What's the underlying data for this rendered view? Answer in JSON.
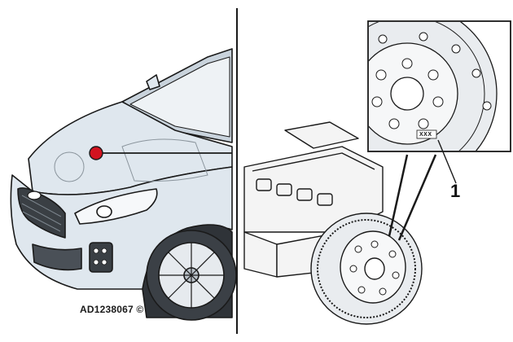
{
  "figure": {
    "reference_code": "AD1238067 ©",
    "callout_number": "1",
    "stamp_text": "XXX"
  },
  "colors": {
    "car_body": "#dfe7ee",
    "car_shadow": "#c8d2db",
    "outline": "#1a1a1a",
    "marker_red": "#d2131f",
    "engine_fill": "#f4f4f4",
    "flywheel_fill": "#e9ecef"
  },
  "icons": {
    "location_marker": "red-dot-icon"
  }
}
